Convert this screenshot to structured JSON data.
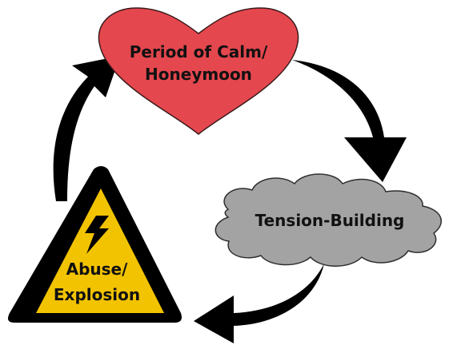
{
  "diagram": {
    "nodes": {
      "calm": {
        "line1": "Period of Calm/",
        "line2": "Honeymoon",
        "shape": "heart",
        "color": "#e5474e"
      },
      "tension": {
        "line1": "Tension-Building",
        "shape": "cloud",
        "color": "#a3a3a3"
      },
      "abuse": {
        "line1": "Abuse/",
        "line2": "Explosion",
        "shape": "warning-triangle",
        "color": "#f2c300",
        "icon": "lightning-bolt-icon"
      }
    },
    "edges": [
      {
        "from": "calm",
        "to": "tension"
      },
      {
        "from": "tension",
        "to": "abuse"
      },
      {
        "from": "abuse",
        "to": "calm"
      }
    ],
    "arrow_color": "#000000"
  }
}
